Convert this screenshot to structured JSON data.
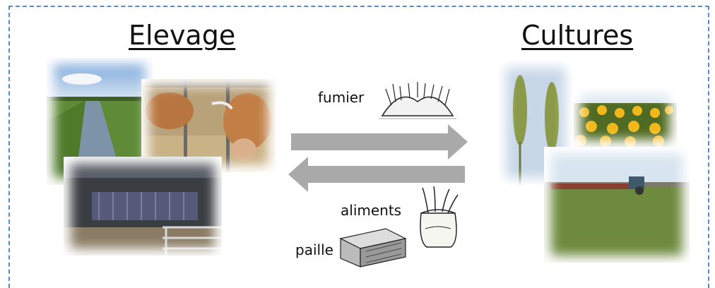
{
  "left_title": "Elevage",
  "right_title": "Cultures",
  "flow_labels": {
    "top": "fumier",
    "middle": "aliments",
    "bottom": "paille"
  },
  "colors": {
    "frame_border": "#5b86c8",
    "arrow": "#a9a9a9"
  },
  "icons": [
    "manure-heap-icon",
    "grain-sack-icon",
    "straw-bale-icon"
  ]
}
